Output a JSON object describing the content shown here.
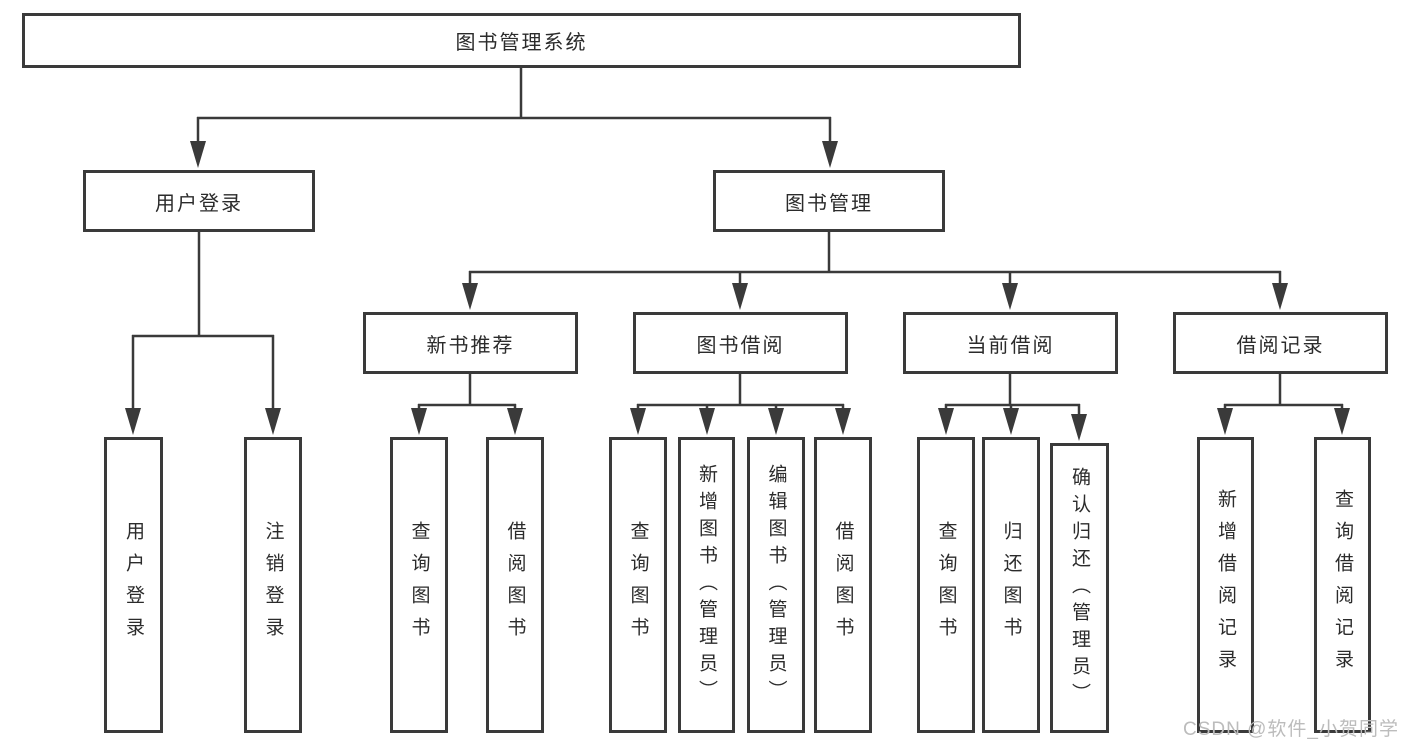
{
  "diagram": {
    "root": {
      "label": "图书管理系统"
    },
    "branches": [
      {
        "label": "用户登录",
        "children": [
          {
            "label": "用户登录"
          },
          {
            "label": "注销登录"
          }
        ]
      },
      {
        "label": "图书管理",
        "children": [
          {
            "label": "新书推荐",
            "children": [
              {
                "label": "查询图书"
              },
              {
                "label": "借阅图书"
              }
            ]
          },
          {
            "label": "图书借阅",
            "children": [
              {
                "label": "查询图书"
              },
              {
                "label": "新增图书（管理员）"
              },
              {
                "label": "编辑图书（管理员）"
              },
              {
                "label": "借阅图书"
              }
            ]
          },
          {
            "label": "当前借阅",
            "children": [
              {
                "label": "查询图书"
              },
              {
                "label": "归还图书"
              },
              {
                "label": "确认归还（管理员）"
              }
            ]
          },
          {
            "label": "借阅记录",
            "children": [
              {
                "label": "新增借阅记录"
              },
              {
                "label": "查询借阅记录"
              }
            ]
          }
        ]
      }
    ]
  },
  "watermark": {
    "text": "CSDN @软件_小贺同学",
    "color": "#bcbcbc"
  },
  "colors": {
    "line": "#3a3a3a",
    "box_border": "#3a3a3a",
    "text": "#2b2b2b",
    "background": "#ffffff"
  }
}
